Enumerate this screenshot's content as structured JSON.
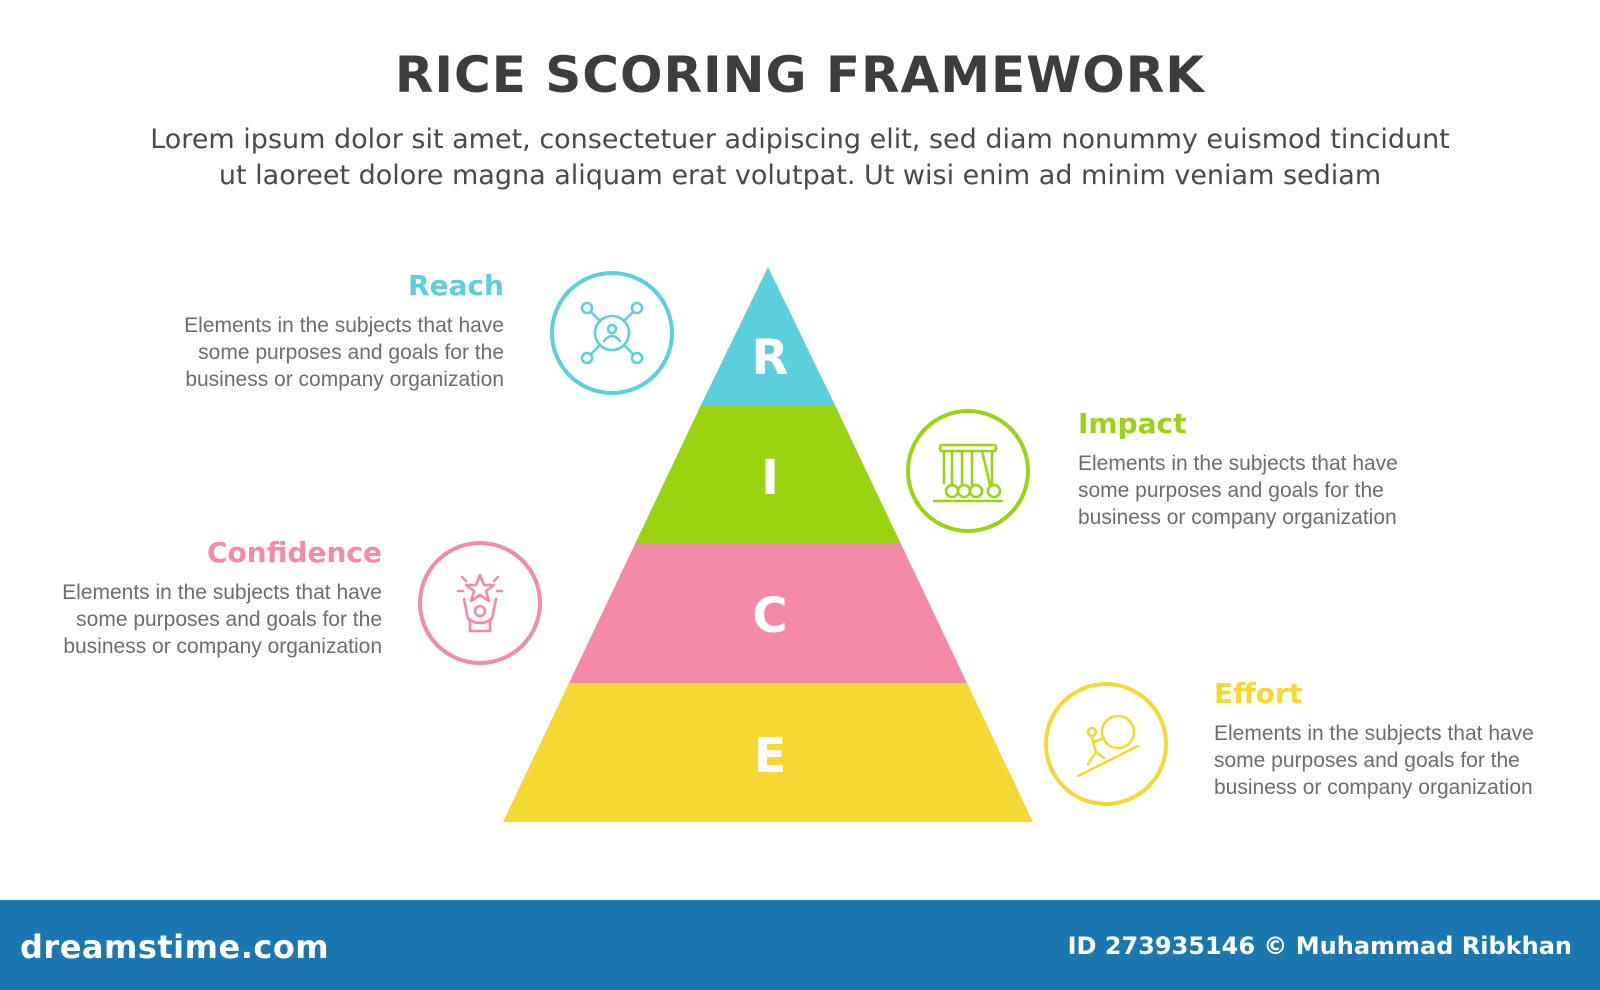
{
  "title": "RICE SCORING FRAMEWORK",
  "subtitle": [
    "Lorem ipsum dolor sit amet, consectetuer adipiscing elit, sed diam nonummy euismod tincidunt",
    "ut laoreet dolore magna aliquam erat volutpat. Ut wisi enim ad minim veniam sediam"
  ],
  "pyramid": {
    "letters": [
      "R",
      "I",
      "C",
      "E"
    ],
    "colors": [
      "#5bcfdc",
      "#9ad411",
      "#f48aa8",
      "#f5d832"
    ]
  },
  "items": {
    "reach": {
      "title": "Reach",
      "color": "#5bcfdc",
      "icon": "network-person-icon",
      "desc": [
        "Elements in the subjects that have",
        "some purposes and goals for the",
        "business or company organization"
      ]
    },
    "impact": {
      "title": "Impact",
      "color": "#9ad411",
      "icon": "newtons-cradle-icon",
      "desc": [
        "Elements in the subjects that have",
        "some purposes and goals for the",
        "business or company organization"
      ]
    },
    "confidence": {
      "title": "Confidence",
      "color": "#f48aa8",
      "icon": "star-hands-icon",
      "desc": [
        "Elements in the subjects that have",
        "some purposes and goals for the",
        "business or company organization"
      ]
    },
    "effort": {
      "title": "Effort",
      "color": "#f5d832",
      "icon": "push-boulder-icon",
      "desc": [
        "Elements in the subjects that have",
        "some purposes and goals for the",
        "business or company organization"
      ]
    }
  },
  "footer": {
    "brand": "dreamstime.com",
    "credit": "ID 273935146 © Muhammad Ribkhan"
  }
}
